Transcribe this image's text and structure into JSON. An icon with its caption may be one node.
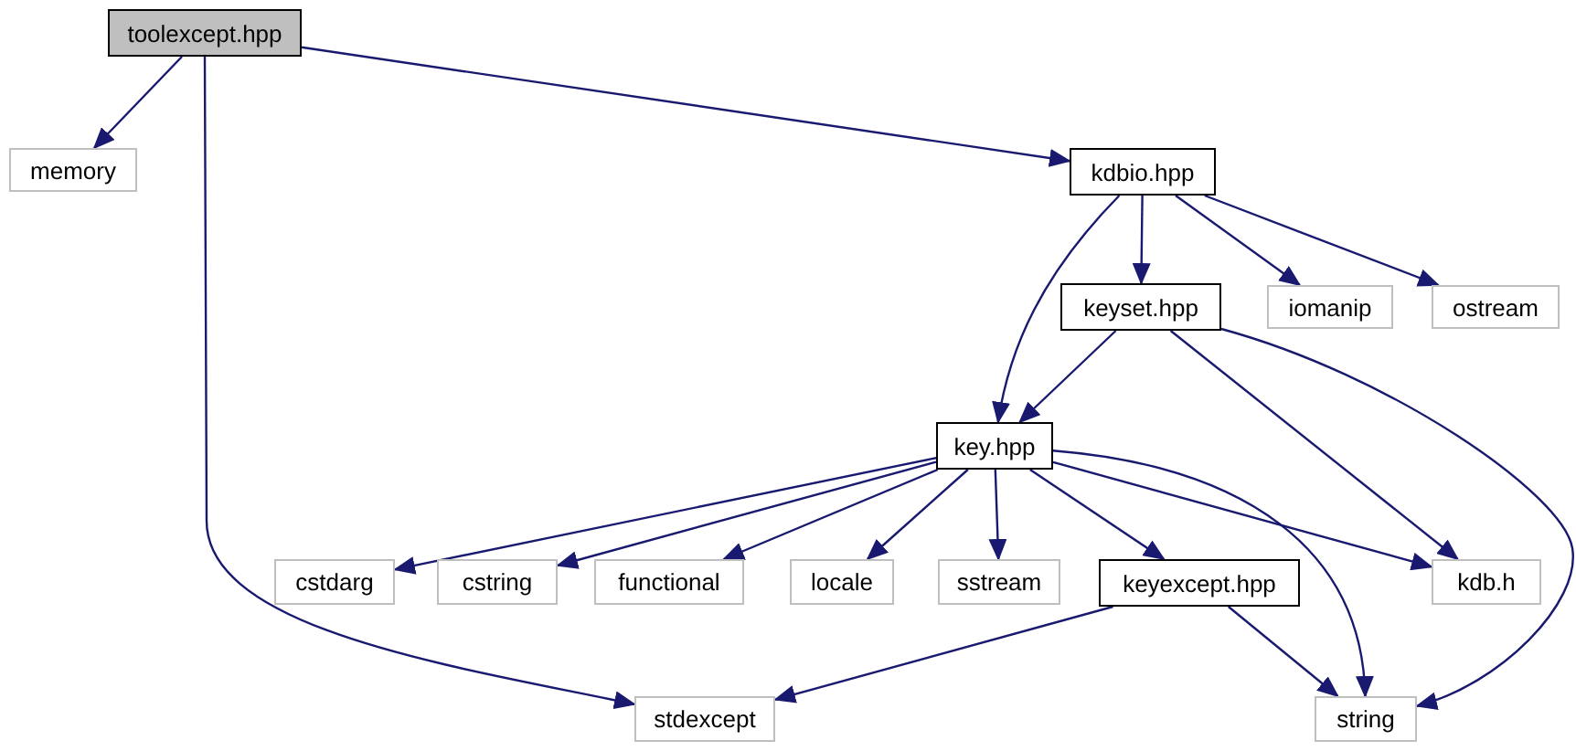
{
  "diagram": {
    "nodes": [
      {
        "text": [
          "toolexcept.hpp"
        ]
      },
      {
        "text": [
          "memory"
        ]
      },
      {
        "text": [
          "kdbio.hpp"
        ]
      },
      {
        "text": [
          "keyset.hpp"
        ]
      },
      {
        "text": [
          "iomanip"
        ]
      },
      {
        "text": [
          "ostream"
        ]
      },
      {
        "text": [
          "key.hpp"
        ]
      },
      {
        "text": [
          "cstdarg"
        ]
      },
      {
        "text": [
          "cstring"
        ]
      },
      {
        "text": [
          "functional"
        ]
      },
      {
        "text": [
          "locale"
        ]
      },
      {
        "text": [
          "sstream"
        ]
      },
      {
        "text": [
          "keyexcept.hpp"
        ]
      },
      {
        "text": [
          "kdb.h"
        ]
      },
      {
        "text": [
          "stdexcept"
        ]
      },
      {
        "text": [
          "string"
        ]
      }
    ],
    "edges": [
      {
        "from": 0,
        "to": 1,
        "arrow": "to"
      },
      {
        "from": 0,
        "to": 2,
        "arrow": "to"
      },
      {
        "from": 0,
        "to": 14,
        "arrow": "to"
      },
      {
        "from": 2,
        "to": 6,
        "arrow": "to"
      },
      {
        "from": 2,
        "to": 3,
        "arrow": "to"
      },
      {
        "from": 2,
        "to": 4,
        "arrow": "to"
      },
      {
        "from": 2,
        "to": 5,
        "arrow": "to"
      },
      {
        "from": 3,
        "to": 6,
        "arrow": "to"
      },
      {
        "from": 3,
        "to": 13,
        "arrow": "to"
      },
      {
        "from": 3,
        "to": 15,
        "arrow": "to"
      },
      {
        "from": 6,
        "to": 7,
        "arrow": "to"
      },
      {
        "from": 6,
        "to": 8,
        "arrow": "to"
      },
      {
        "from": 6,
        "to": 9,
        "arrow": "to"
      },
      {
        "from": 6,
        "to": 10,
        "arrow": "to"
      },
      {
        "from": 6,
        "to": 11,
        "arrow": "to"
      },
      {
        "from": 6,
        "to": 12,
        "arrow": "to"
      },
      {
        "from": 6,
        "to": 13,
        "arrow": "to"
      },
      {
        "from": 6,
        "to": 15,
        "arrow": "to"
      },
      {
        "from": 12,
        "to": 14,
        "arrow": "to"
      },
      {
        "from": 12,
        "to": 15,
        "arrow": "to"
      }
    ]
  }
}
